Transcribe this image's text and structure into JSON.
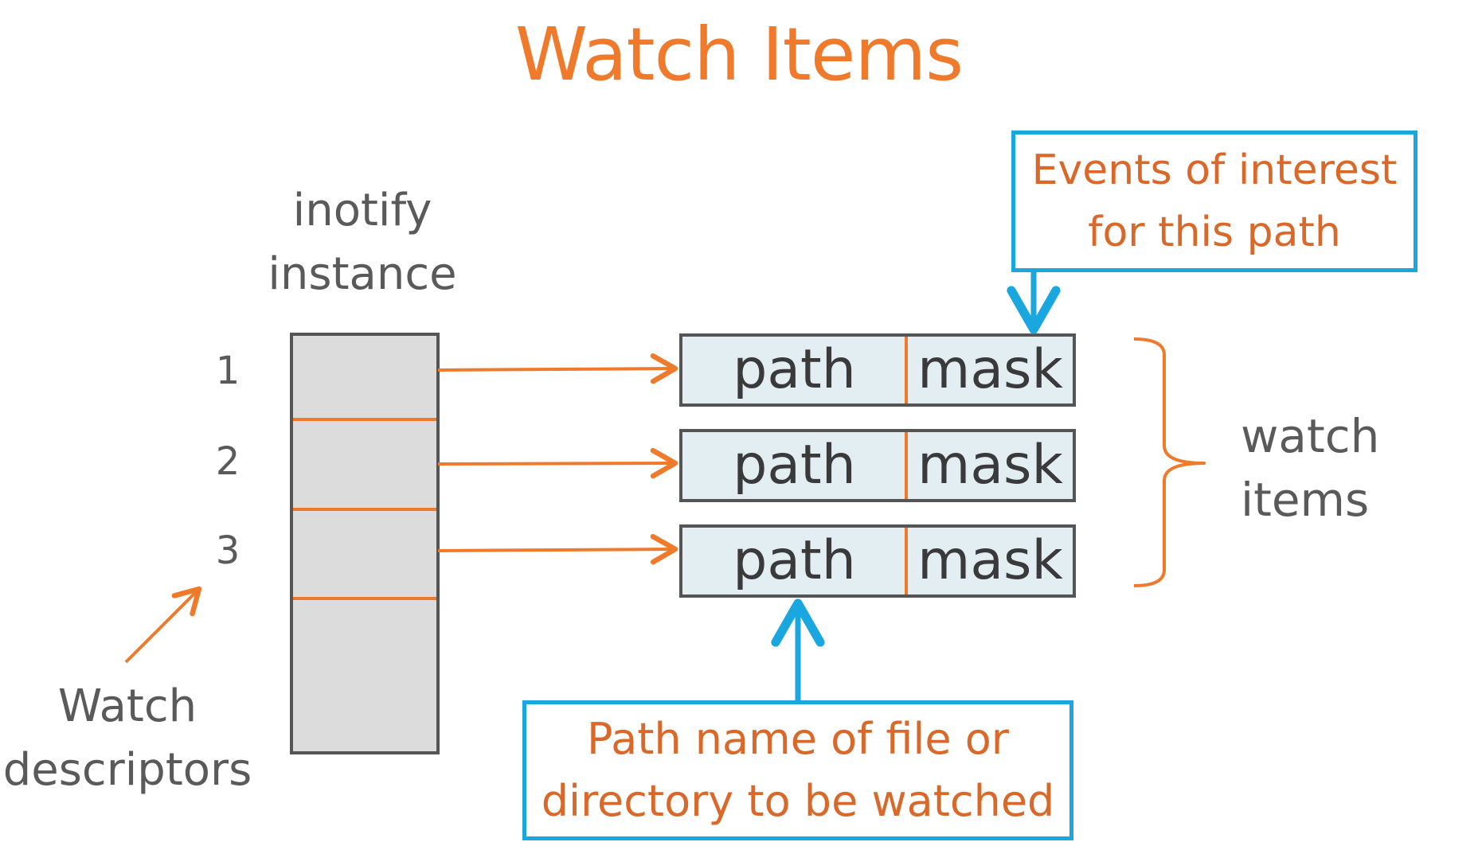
{
  "title": "Watch Items",
  "inotify_label": "inotify\ninstance",
  "descriptor_numbers": [
    "1",
    "2",
    "3"
  ],
  "watch_descriptors_label": "Watch\ndescriptors",
  "watch_items": [
    {
      "path": "path",
      "mask": "mask"
    },
    {
      "path": "path",
      "mask": "mask"
    },
    {
      "path": "path",
      "mask": "mask"
    }
  ],
  "watch_items_label": "watch\nitems",
  "callout_events": "Events of interest\nfor this path",
  "callout_path": "Path name of file or\ndirectory to be watched",
  "colors": {
    "orange": "#f07a2b",
    "blue": "#1aa7e0",
    "gray_box": "#dcdcdc",
    "item_fill": "#e3eef2",
    "border": "#555555",
    "text_gray": "#5a5a5a"
  }
}
